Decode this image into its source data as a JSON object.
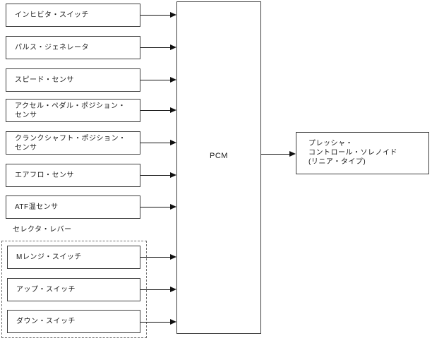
{
  "diagram": {
    "title_implicit": "PCM input/output block diagram",
    "colors": {
      "background": "#ffffff",
      "box_border": "#3f3f3f",
      "dashed_border": "#6e6e6e",
      "arrow": "#111111",
      "text": "#1a1a1a"
    },
    "inputs": [
      {
        "label": "インヒビタ・スイッチ"
      },
      {
        "label": "パルス・ジェネレータ"
      },
      {
        "label": "スピード・センサ"
      },
      {
        "label": "アクセル・ペダル・ポジション・\nセンサ"
      },
      {
        "label": "クランクシャフト・ポジション・\nセンサ"
      },
      {
        "label": "エアフロ・センサ"
      },
      {
        "label": "ATF温センサ"
      }
    ],
    "selector_group": {
      "label": "セレクタ・レバー",
      "items": [
        {
          "label": "Mレンジ・スイッチ"
        },
        {
          "label": "アップ・スイッチ"
        },
        {
          "label": "ダウン・スイッチ"
        }
      ]
    },
    "controller": {
      "label": "PCM"
    },
    "output": {
      "label": "プレッシャ・\nコントロール・ソレノイド\n(リニア・タイプ)"
    }
  }
}
